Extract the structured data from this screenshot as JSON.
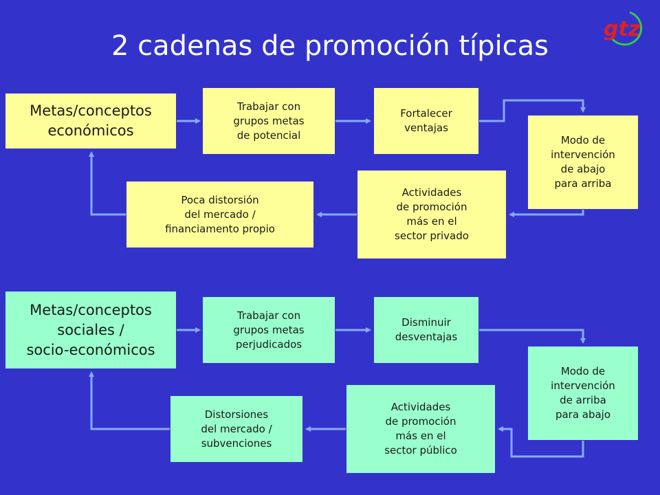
{
  "title": "2 cadenas de promoción típicas",
  "logo": {
    "text": "gtz",
    "icon": "gtz-logo-icon"
  },
  "chain_economic": {
    "goal": "Metas/conceptos\neconómicos",
    "step1": "Trabajar con\ngrupos metas\n de potencial",
    "step2": "Fortalecer\n  ventajas",
    "step3": "Modo de\nintervención\nde abajo\n para arriba",
    "step4": "Actividades\nde promoción\nmás en el\n sector privado",
    "step5": "Poca distorsión\n del mercado /\n financiamento propio"
  },
  "chain_social": {
    "goal": "Metas/conceptos\nsociales /\nsocio-económicos",
    "step1": "Trabajar con\ngrupos metas\n perjudicados",
    "step2": "Disminuir\n desventajas",
    "step3": "Modo de\nintervención\n de arriba\n para abajo",
    "step4": "Actividades\nde promoción\nmás en el\n sector público",
    "step5": "Distorsiones\n del mercado /\n subvenciones"
  },
  "colors": {
    "background": "#3333cc",
    "economic_box": "#ffff99",
    "social_box": "#99ffcc",
    "arrow": "#88aaff",
    "logo_red": "#dd2222",
    "logo_green": "#33cc44"
  }
}
